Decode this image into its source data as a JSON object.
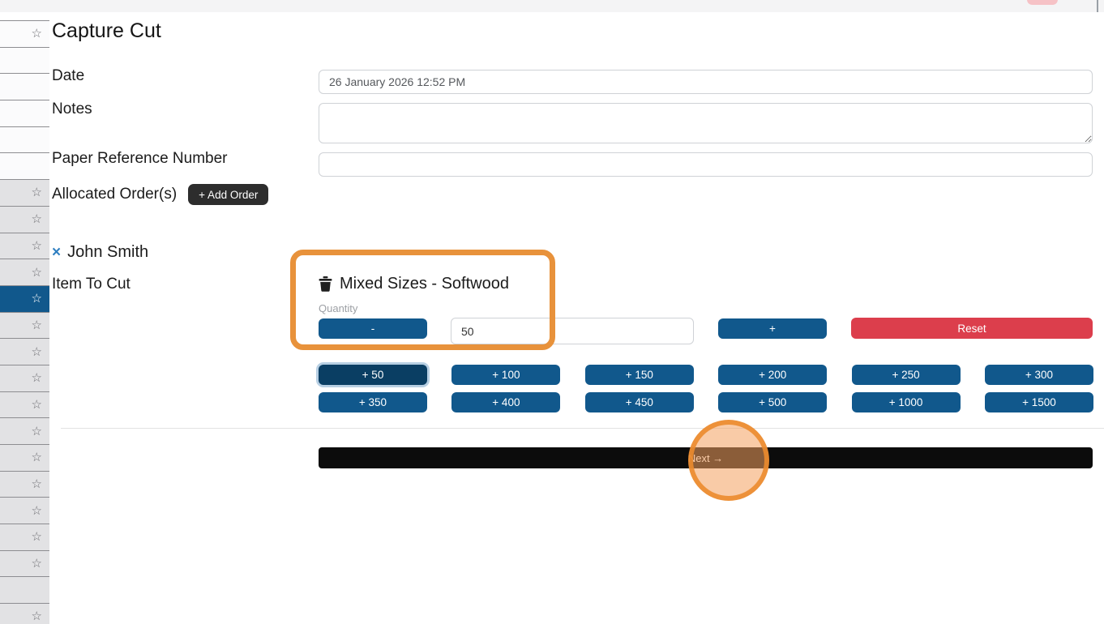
{
  "page_title": "Capture Cut",
  "icons": {
    "star": "☆",
    "remove_x": "×",
    "next_arrow": "→"
  },
  "sidebar": {
    "rows": [
      {
        "variant": "plain",
        "star": true
      },
      {
        "variant": "plain",
        "star": false
      },
      {
        "variant": "plain",
        "star": false
      },
      {
        "variant": "plain",
        "star": false
      },
      {
        "variant": "plain",
        "star": false
      },
      {
        "variant": "plain",
        "star": false
      },
      {
        "variant": "shaded",
        "star": true
      },
      {
        "variant": "shaded",
        "star": true
      },
      {
        "variant": "shaded",
        "star": true
      },
      {
        "variant": "shaded",
        "star": true
      },
      {
        "variant": "selected",
        "star": true
      },
      {
        "variant": "shaded",
        "star": true
      },
      {
        "variant": "shaded",
        "star": true
      },
      {
        "variant": "shaded",
        "star": true
      },
      {
        "variant": "shaded",
        "star": true
      },
      {
        "variant": "shaded",
        "star": true
      },
      {
        "variant": "shaded",
        "star": true
      },
      {
        "variant": "shaded",
        "star": true
      },
      {
        "variant": "shaded",
        "star": true
      },
      {
        "variant": "shaded",
        "star": true
      },
      {
        "variant": "shaded",
        "star": true
      },
      {
        "variant": "shaded",
        "star": false
      },
      {
        "variant": "shaded",
        "star": true
      }
    ]
  },
  "form": {
    "date": {
      "label": "Date",
      "value": "26 January 2026 12:52 PM"
    },
    "notes": {
      "label": "Notes",
      "value": ""
    },
    "paper_ref": {
      "label": "Paper Reference Number",
      "value": ""
    },
    "allocated_orders": {
      "label": "Allocated Order(s)",
      "add_button_label": "+ Add Order"
    },
    "person": {
      "remove_icon": "×",
      "name": "John Smith"
    },
    "item_to_cut_label": "Item To Cut"
  },
  "item": {
    "title": "Mixed Sizes - Softwood",
    "quantity_label": "Quantity",
    "quantity_value": "50",
    "minus_label": "-",
    "plus_label": "+",
    "reset_label": "Reset",
    "quick_add": [
      "+ 50",
      "+ 100",
      "+ 150",
      "+ 200",
      "+ 250",
      "+ 300",
      "+ 350",
      "+ 400",
      "+ 450",
      "+ 500",
      "+ 1000",
      "+ 1500"
    ],
    "selected_quick_add": "+ 50"
  },
  "footer": {
    "next_label": "Next →"
  },
  "colors": {
    "primary_blue": "#11588c",
    "pressed_blue": "#0a3e63",
    "focus_ring": "#b7cfe3",
    "danger_red": "#dc3e4c",
    "dark_button": "#2d2d2d",
    "next_black": "#0c0c0c",
    "annotation_orange": "#e8923b",
    "sidebar_selected_blue": "#11588c"
  }
}
